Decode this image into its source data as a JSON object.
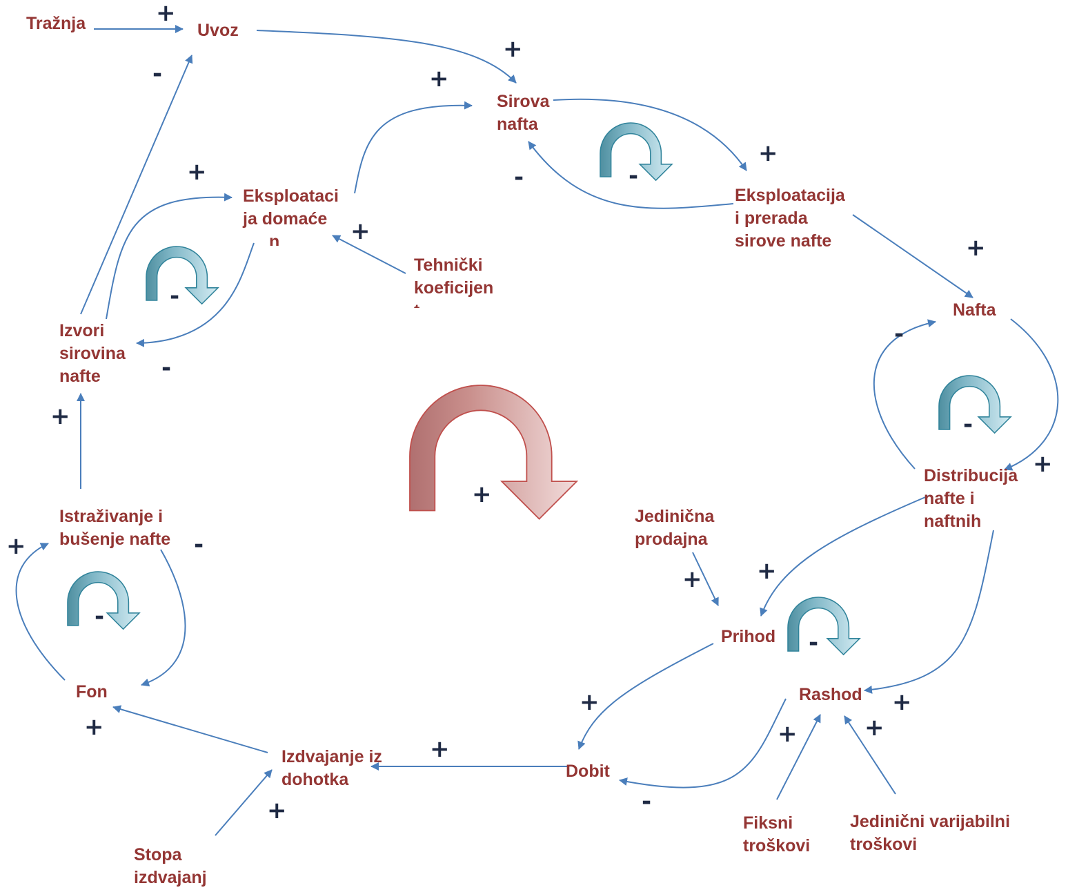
{
  "colors": {
    "label": "#943634",
    "link": "#4a7ebb",
    "sign": "#1f2a44",
    "loop_teal": "#31849b",
    "loop_pale": "#b7dde8",
    "loop_red": "#c0504d",
    "loop_pink": "#f2dcdb"
  },
  "nodes": {
    "traznja": [
      "Tražnja"
    ],
    "uvoz": [
      "Uvoz"
    ],
    "sirova_nafta": [
      "Sirova",
      "nafta"
    ],
    "eksploatacija_domace": [
      "Eksploataci",
      "ja domaće",
      "n"
    ],
    "tehnicki_koeficijent": [
      "Tehnički",
      "koeficijen",
      "t"
    ],
    "eksploatacija_prerada": [
      "Eksploatacija",
      "i prerada",
      "sirove nafte"
    ],
    "nafta": [
      "Nafta"
    ],
    "izvori_sirovina": [
      "Izvori",
      "sirovina",
      "nafte"
    ],
    "distribucija": [
      "Distribucija",
      "nafte i",
      "naftnih"
    ],
    "jedinicna_prodajna": [
      "Jedinična",
      "prodajna"
    ],
    "istrazivanje": [
      "Istraživanje i",
      "bušenje nafte"
    ],
    "prihod": [
      "Prihod"
    ],
    "rashod": [
      "Rashod"
    ],
    "fon": [
      "Fon"
    ],
    "izdvajanje": [
      "Izdvajanje iz",
      "dohotka"
    ],
    "dobit": [
      "Dobit"
    ],
    "fiksni_troskovi": [
      "Fiksni",
      "troškovi"
    ],
    "jedinicni_varijabilni": [
      "Jedinični varijabilni",
      "troškovi"
    ],
    "stopa_izdvajanja": [
      "Stopa",
      "izdvajanj"
    ]
  },
  "link_signs": {
    "traznja_uvoz": "+",
    "izvori_uvoz": "-",
    "uvoz_sirova": "+",
    "domace_sirova": "+",
    "sirova_prerada": "+",
    "prerada_sirova": "-",
    "izvori_domace": "+",
    "tehnicki_domace": "+",
    "domace_izvori": "-",
    "prerada_nafta": "+",
    "distribucija_nafta": "-",
    "nafta_distribucija": "+",
    "istrazivanje_izvori": "+",
    "fon_istrazivanje": "+",
    "istrazivanje_fon": "-",
    "jedinicna_prihod": "+",
    "distribucija_prihod": "+",
    "distribucija_rashod": "+",
    "prihod_dobit": "+",
    "rashod_dobit": "-",
    "fiksni_rashod": "+",
    "varijabilni_rashod": "+",
    "dobit_izdvajanje": "+",
    "izdvajanje_fon": "+",
    "stopa_izdvajanje": "+"
  },
  "loop_signs": {
    "loop_sirova": "-",
    "loop_domace": "-",
    "loop_nafta": "-",
    "loop_istrazivanje": "-",
    "loop_prihod": "-",
    "loop_main": "+"
  }
}
